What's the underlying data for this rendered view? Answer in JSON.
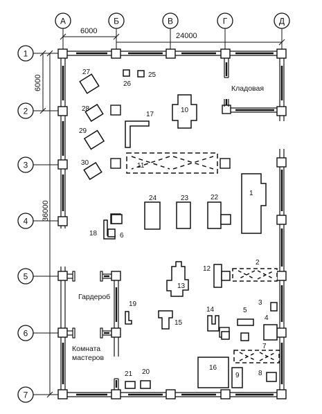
{
  "axes_letters": [
    "А",
    "Б",
    "В",
    "Г",
    "Д"
  ],
  "axes_numbers": [
    "1",
    "2",
    "3",
    "4",
    "5",
    "6",
    "7"
  ],
  "dimensions": {
    "ab": "6000",
    "ad": "24000",
    "r12": "6000",
    "r17": "36000"
  },
  "rooms": {
    "storage": "Кладовая",
    "wardrobe": "Гардероб",
    "masters_room_line1": "Комната",
    "masters_room_line2": "мастеров"
  },
  "equipment_labels": {
    "e1": "1",
    "e2": "2",
    "e3": "3",
    "e4": "4",
    "e5": "5",
    "e6": "6",
    "e7": "7",
    "e8": "8",
    "e9": "9",
    "e10": "10",
    "e11": "11",
    "e12": "12",
    "e13": "13",
    "e14": "14",
    "e15": "15",
    "e16": "16",
    "e17": "17",
    "e18": "18",
    "e19": "19",
    "e20": "20",
    "e21": "21",
    "e22": "22",
    "e23": "23",
    "e24": "24",
    "e25": "25",
    "e26": "26",
    "e27": "27",
    "e28": "28",
    "e29": "29",
    "e30": "30"
  }
}
